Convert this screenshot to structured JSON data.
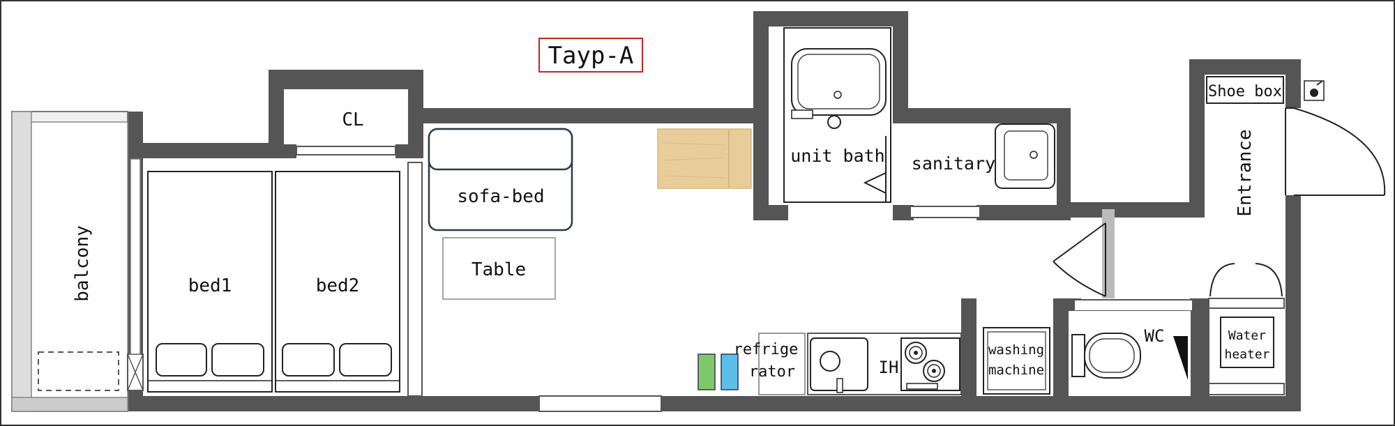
{
  "title": "Tayp-A",
  "rooms": {
    "balcony": "balcony",
    "closet": "CL",
    "bed1": "bed1",
    "bed2": "bed2",
    "sofa_bed": "sofa-bed",
    "table": "Table",
    "unit_bath": "unit bath",
    "sanitary": "sanitary",
    "shoe_box": "Shoe box",
    "entrance": "Entrance",
    "refrigerator_line1": "refrige",
    "refrigerator_line2": "rator",
    "ih": "IH",
    "washing_line1": "washing",
    "washing_line2": "machine",
    "wc": "WC",
    "water_heater_line1": "Water",
    "water_heater_line2": "heater"
  },
  "colors": {
    "wall": "#555555",
    "title_border": "#cc2222",
    "sofa_border": "#2a3a44",
    "bin_green": "#7ec86a",
    "bin_blue": "#5bbfe8",
    "rug": "#e8cc9a"
  }
}
